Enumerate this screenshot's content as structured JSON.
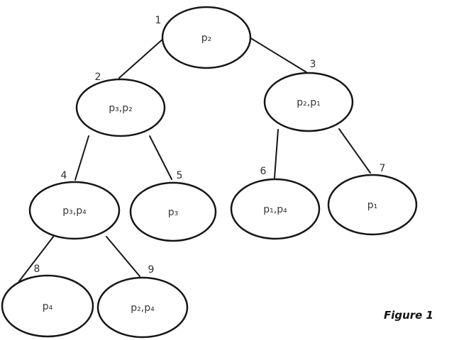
{
  "diagram": {
    "type": "binary-tree",
    "caption": "Figure 1",
    "colors": {
      "background": "#ffffff",
      "stroke": "#161616",
      "label_text": "#383838",
      "number_text": "#2e2e2e",
      "caption_text": "#111111"
    },
    "nodes": [
      {
        "number": "1",
        "label": "p₂"
      },
      {
        "number": "2",
        "label": "p₃,p₂"
      },
      {
        "number": "3",
        "label": "p₂,p₁"
      },
      {
        "number": "4",
        "label": "p₃,p₄"
      },
      {
        "number": "5",
        "label": "p₃"
      },
      {
        "number": "6",
        "label": "p₁,p₄"
      },
      {
        "number": "7",
        "label": "p₁"
      },
      {
        "number": "8",
        "label": "p₄"
      },
      {
        "number": "9",
        "label": "p₂,p₄"
      }
    ],
    "edges": [
      {
        "from": "1",
        "to": "2"
      },
      {
        "from": "1",
        "to": "3"
      },
      {
        "from": "2",
        "to": "4"
      },
      {
        "from": "2",
        "to": "5"
      },
      {
        "from": "3",
        "to": "6"
      },
      {
        "from": "3",
        "to": "7"
      },
      {
        "from": "4",
        "to": "8"
      },
      {
        "from": "4",
        "to": "9"
      }
    ]
  }
}
